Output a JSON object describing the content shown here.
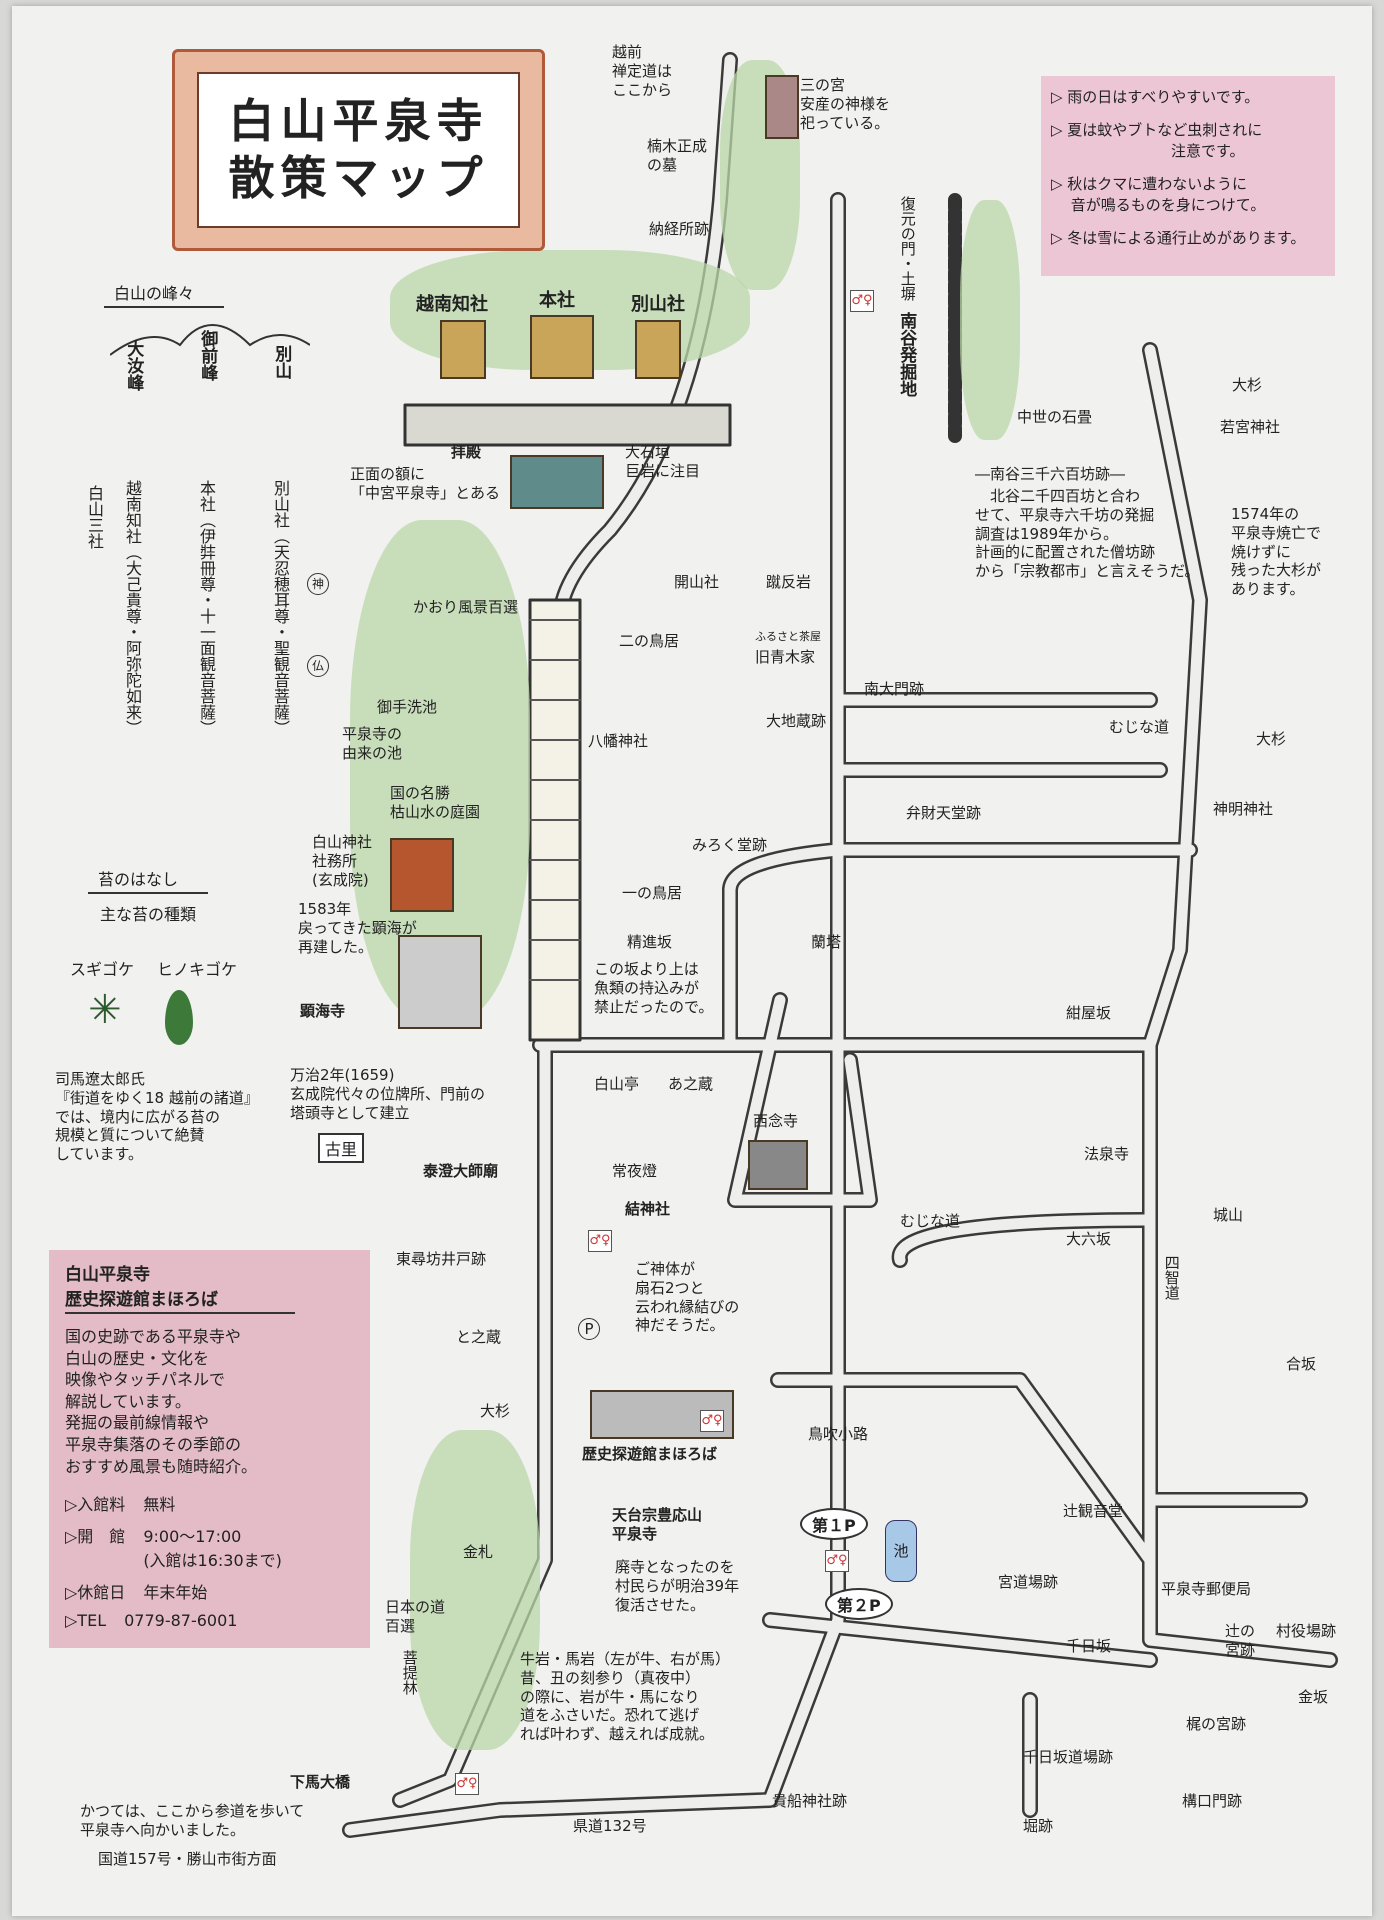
{
  "title": {
    "line1": "白山平泉寺",
    "line2": "散策マップ"
  },
  "notes": [
    "▷ 雨の日はすべりやすいです。",
    "▷ 夏は蚊やブトなど虫刺されに\n　　　　　　　　注意です。",
    "▷ 秋はクマに遭わないように\n　 音が鳴るものを身につけて。",
    "▷ 冬は雪による通行止めがあります。"
  ],
  "peaks": {
    "heading": "白山の峰々",
    "items": [
      {
        "peak": "大汝峰",
        "shrine": "越南知社（大己貴尊・阿弥陀如来）"
      },
      {
        "peak": "御前峰",
        "shrine": "本社（伊弉冊尊・十一面観音菩薩）"
      },
      {
        "peak": "別山",
        "shrine": "別山社（天忍穂耳尊・聖観音菩薩）"
      }
    ],
    "group_label": "白山三社",
    "kami": "神",
    "hotoke": "仏"
  },
  "moss": {
    "heading": "苔のはなし",
    "sub": "主な苔の種類",
    "types": [
      "スギゴケ",
      "ヒノキゴケ"
    ],
    "text": "司馬遼太郎氏\n『街道をゆく18 越前の諸道』\nでは、境内に広がる苔の\n規模と質について絶賛\nしています。"
  },
  "museum": {
    "name1": "白山平泉寺",
    "name2": "歴史探遊館まほろば",
    "body": "国の史跡である平泉寺や\n白山の歴史・文化を\n映像やタッチパネルで\n解説しています。\n発掘の最前線情報や\n平泉寺集落のその季節の\nおすすめ風景も随時紹介。",
    "rows": [
      {
        "k": "▷入館料",
        "v": "無料"
      },
      {
        "k": "▷開　館",
        "v": "9:00〜17:00\n(入館は16:30まで)"
      },
      {
        "k": "▷休館日",
        "v": "年末年始"
      },
      {
        "k": "▷TEL",
        "v": "0779-87-6001"
      }
    ]
  },
  "labels": {
    "zenjo": "越前\n禅定道は\nここから",
    "sannomiya": "三の宮\n安産の神様を\n祀っている。",
    "kusunoki": "楠木正成\nの墓",
    "nokyo": "納経所跡",
    "etchi": "越南知社",
    "honsha": "本社",
    "bessan": "別山社",
    "haiden": "拝殿",
    "gaku": "正面の額に\n「中宮平泉寺」とある",
    "ishigaki": "大石垣\n巨岩に注目",
    "kaori": "かおり風景百選",
    "kaisan": "開山社",
    "kerikae": "蹴反岩",
    "ninotorii": "二の鳥居",
    "aoki_tag": "ふるさと茶屋",
    "aoki": "旧青木家",
    "minamidaimon": "南大門跡",
    "ojizo": "大地蔵跡",
    "fukugen": "復元の門・土塀",
    "minamidani": "南谷発掘地",
    "ishidatami": "中世の石畳",
    "osugi1": "大杉",
    "wakamiya": "若宮神社",
    "bo_title": "―南谷三千六百坊跡―",
    "bo_text": "　北谷二千四百坊と合わ\nせて、平泉寺六千坊の発掘\n調査は1989年から。\n計画的に配置された僧坊跡\nから「宗教都市」と言えそうだ。",
    "sugi1574": "1574年の\n平泉寺焼亡で\n焼けずに\n残った大杉が\nあります。",
    "mitarashi": "御手洗池",
    "yurai": "平泉寺の\n由来の池",
    "hachiman": "八幡神社",
    "teien": "国の名勝\n枯山水の庭園",
    "shamusho": "白山神社\n社務所\n(玄成院)",
    "y1583": "1583年\n戻ってきた顕海が\n再建した。",
    "kenkaiji": "顕海寺",
    "manji": "万治2年(1659)\n玄成院代々の位牌所、門前の\n塔頭寺として建立",
    "ichinotorii": "一の鳥居",
    "shojinzaka": "精進坂",
    "shojin_text": "この坂より上は\n魚類の持込みが\n禁止だったので。",
    "miroku": "みろく堂跡",
    "ranto": "蘭塔",
    "benzaiten": "弁財天堂跡",
    "mujina1": "むじな道",
    "osugi2": "大杉",
    "shinmei": "神明神社",
    "konyazaka": "紺屋坂",
    "hakusantei": "白山亭",
    "anokura": "あ之蔵",
    "sainenji": "西念寺",
    "hosenji": "法泉寺",
    "furusato": "古里",
    "taicho": "泰澄大師廟",
    "joyato": "常夜燈",
    "musubi": "結神社",
    "goshintai": "ご神体が\n扇石2つと\n云われ縁結びの\n神だそうだ。",
    "tojinbo": "東尋坊井戸跡",
    "tonokura": "と之蔵",
    "osugi3": "大杉",
    "mujina2": "むじな道",
    "dairokuzaka": "大六坂",
    "shiroyama": "城山",
    "shichimichi": "四智道",
    "aizaka": "合坂",
    "torifuki": "鳥吹小路",
    "mahoroba": "歴史探遊館まほろば",
    "tendai": "天台宗豊応山\n平泉寺",
    "haiji": "廃寺となったのを\n村民らが明治39年\n復活させた。",
    "p1": "第１P",
    "p2": "第２P",
    "ike": "池",
    "tsujikannon": "辻観音堂",
    "miyadojo": "宮道場跡",
    "post": "平泉寺郵便局",
    "sennichizaka": "千日坂",
    "tsujinomiya": "辻の\n宮跡",
    "murayakuba": "村役場跡",
    "kanezaka": "金坂",
    "kajinomiya": "梶の宮跡",
    "sennichidojo": "千日坂道場跡",
    "kamaeguchi": "構口門跡",
    "horiato": "堀跡",
    "kibune": "貴船神社跡",
    "kendo": "県道132号",
    "kinsatsu": "金札",
    "nihonnomichi": "日本の道\n百選",
    "bodairin": "菩提林",
    "ushiiwa": "牛岩・馬岩（左が牛、右が馬）\n昔、丑の刻参り（真夜中）\nの際に、岩が牛・馬になり\n道をふさいだ。恐れて逃げ\nれば叶わず、越えれば成就。",
    "gebaohashi": "下馬大橋",
    "katsute": "かつては、ここから参道を歩いて\n平泉寺へ向かいました。",
    "kokudo": "国道157号・勝山市街方面",
    "parking": "P"
  }
}
